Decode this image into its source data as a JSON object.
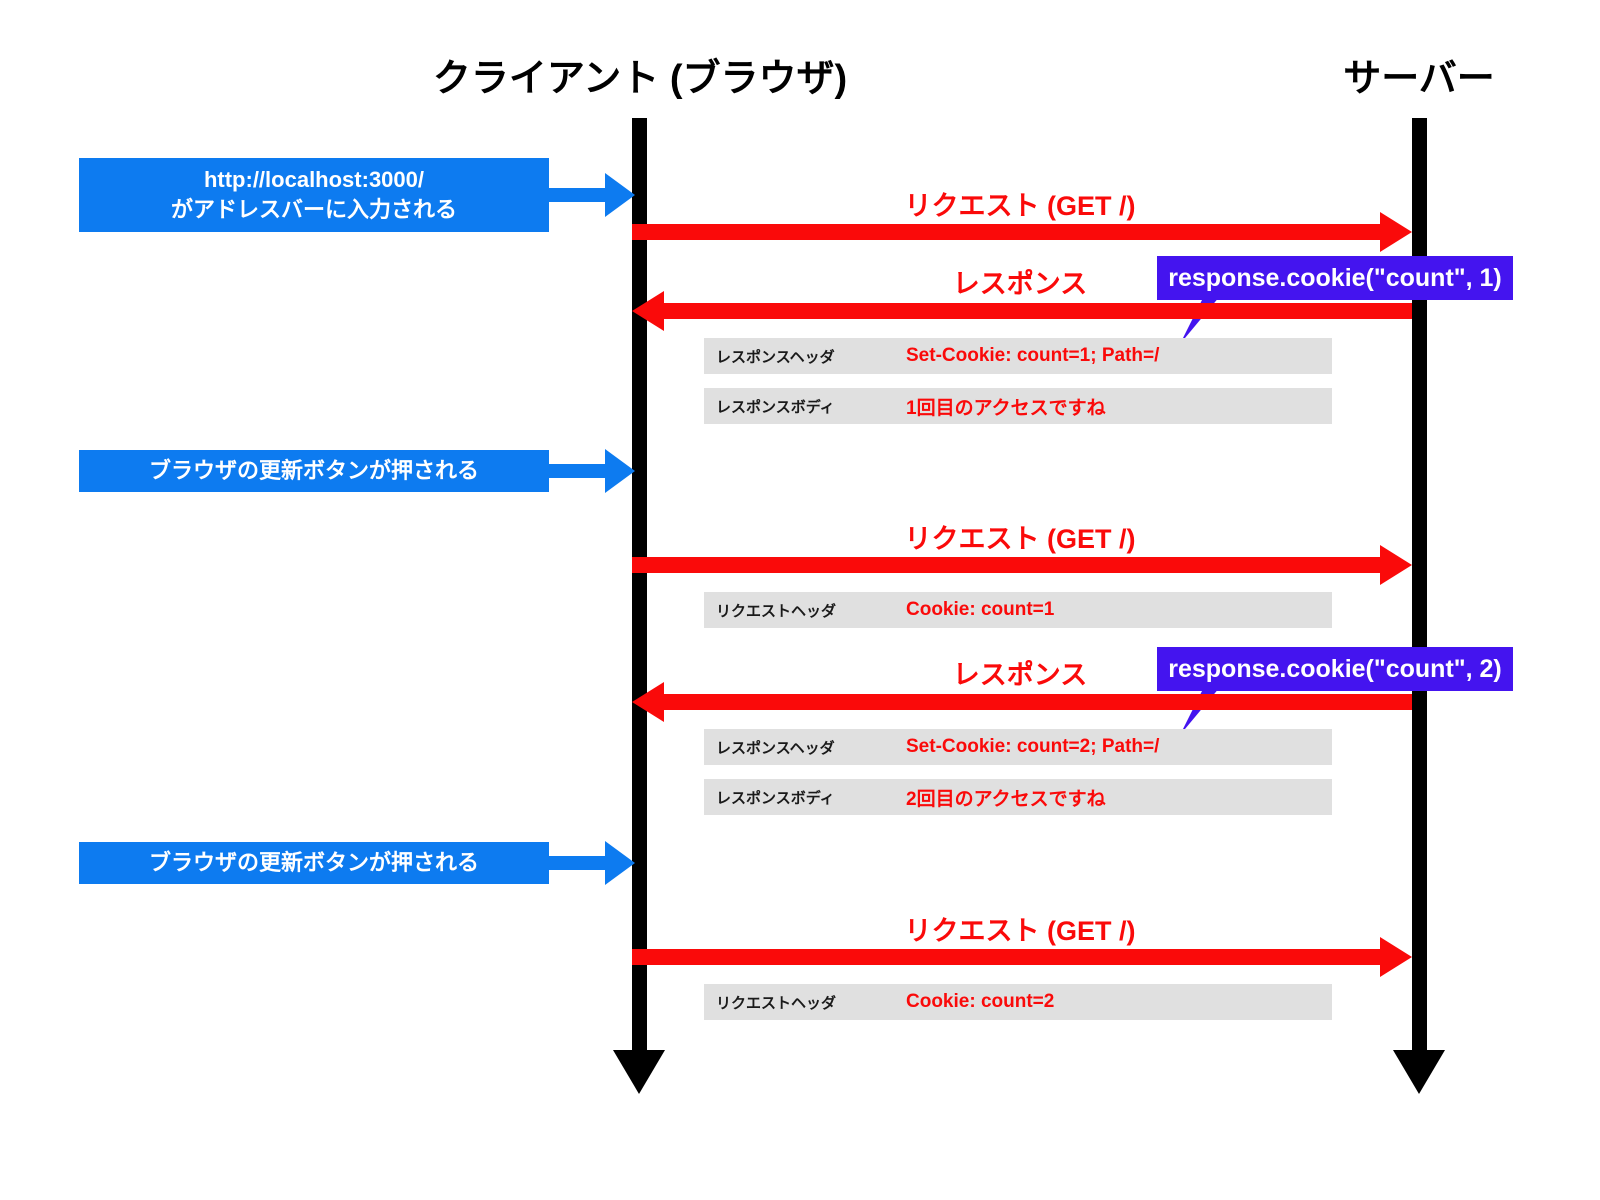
{
  "diagram": {
    "title_client": "クライアント (ブラウザ)",
    "title_server": "サーバー",
    "colors": {
      "lifeline": "#000000",
      "note": "#0d7bf0",
      "message": "#fa0a0a",
      "callout": "#4414ef",
      "detail_row": "#e0e0e0"
    }
  },
  "notes": [
    {
      "line1": "http://localhost:3000/",
      "line2": "がアドレスバーに入力される"
    },
    {
      "line1": "ブラウザの更新ボタンが押される",
      "line2": ""
    },
    {
      "line1": "ブラウザの更新ボタンが押される",
      "line2": ""
    }
  ],
  "messages": [
    {
      "label": "リクエスト (GET /)",
      "direction": "request"
    },
    {
      "label": "レスポンス",
      "direction": "response"
    },
    {
      "label": "リクエスト (GET /)",
      "direction": "request"
    },
    {
      "label": "レスポンス",
      "direction": "response"
    },
    {
      "label": "リクエスト (GET /)",
      "direction": "request"
    }
  ],
  "details": [
    {
      "key": "レスポンスヘッダ",
      "value": "Set-Cookie: count=1; Path=/"
    },
    {
      "key": "レスポンスボディ",
      "value": "1回目のアクセスですね"
    },
    {
      "key": "リクエストヘッダ",
      "value": "Cookie: count=1"
    },
    {
      "key": "レスポンスヘッダ",
      "value": "Set-Cookie: count=2; Path=/"
    },
    {
      "key": "レスポンスボディ",
      "value": "2回目のアクセスですね"
    },
    {
      "key": "リクエストヘッダ",
      "value": "Cookie: count=2"
    }
  ],
  "callouts": [
    {
      "text": "response.cookie(\"count\", 1)"
    },
    {
      "text": "response.cookie(\"count\", 2)"
    }
  ]
}
